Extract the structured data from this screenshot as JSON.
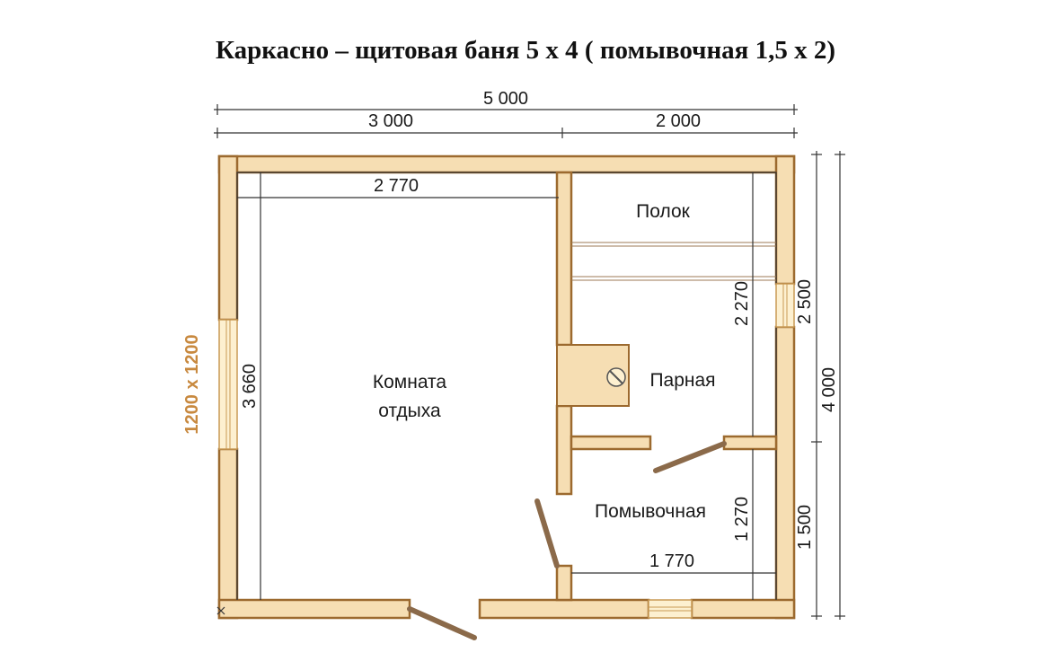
{
  "title": "Каркасно – щитовая баня 5 х 4 ( помывочная 1,5 х 2)",
  "dimensions": {
    "total_width": "5 000",
    "left_width": "3 000",
    "right_width": "2 000",
    "rest_room_inner_width": "2 770",
    "rest_room_inner_height": "3 660",
    "steam_room_inner_height": "2 270",
    "steam_room_outer_height": "2 500",
    "total_height": "4 000",
    "wash_room_inner_height": "1 270",
    "wash_room_outer_height": "1 500",
    "wash_room_inner_width": "1 770",
    "window_size": "1200 х 1200"
  },
  "rooms": {
    "shelf": "Полок",
    "steam_room": "Парная",
    "rest_room_line1": "Комната",
    "rest_room_line2": "отдыха",
    "wash_room": "Помывочная"
  },
  "colors": {
    "wall_fill": "#f6deb3",
    "wall_stroke": "#9c6a2f",
    "window_label": "#c8893f",
    "door": "#8b6a4a"
  }
}
